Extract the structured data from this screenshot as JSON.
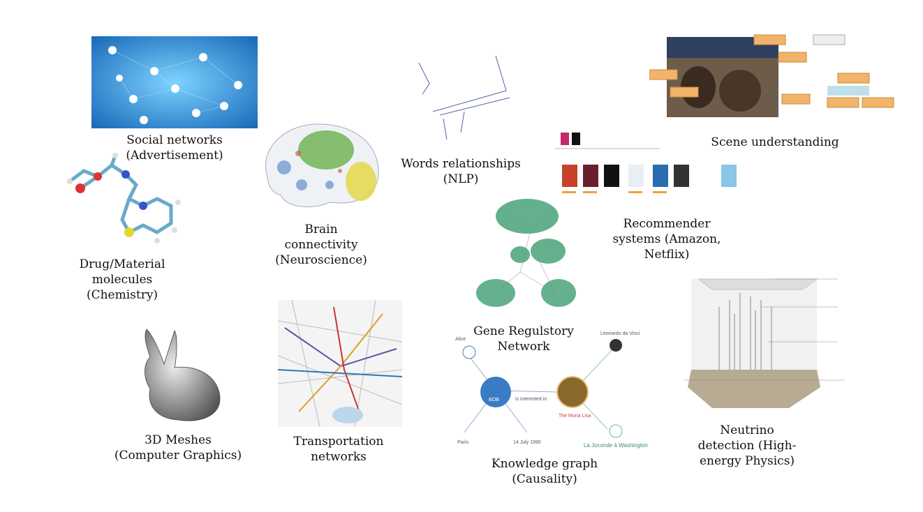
{
  "items": [
    {
      "caption": "Social networks\n(Advertisement)"
    },
    {
      "caption": "Drug/Material\nmolecules\n(Chemistry)"
    },
    {
      "caption": "Brain\nconnectivity\n(Neuroscience)"
    },
    {
      "caption": "Words relationships\n(NLP)"
    },
    {
      "caption": "Scene understanding"
    },
    {
      "caption": "Recommender\nsystems (Amazon,\nNetflix)"
    },
    {
      "caption": "Gene Regulstory\nNetwork"
    },
    {
      "caption": "3D Meshes\n(Computer Graphics)"
    },
    {
      "caption": "Transportation\nnetworks"
    },
    {
      "caption": "Knowledge graph\n(Causality)"
    },
    {
      "caption": "Neutrino\ndetection (High-\nenergy Physics)"
    }
  ],
  "knowledge_graph": {
    "center": "BOB",
    "nodes": [
      "Alice",
      "Leonardo da Vinci",
      "The Mona Lisa",
      "Paris",
      "14 July 1990",
      "La Joconde à Washington"
    ],
    "edge": "is interested in"
  },
  "colors": {
    "social_bg": "#2a8fd6",
    "kg_blue": "#3a7cc4",
    "gene_green": "#4aa37a",
    "brain_green": "#6ab04c",
    "brain_yellow": "#e4d84a"
  }
}
